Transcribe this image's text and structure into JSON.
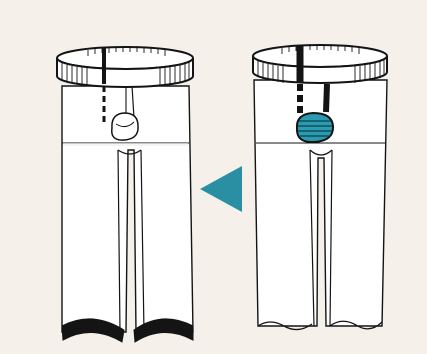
{
  "colors": {
    "background": "#f5f1ea",
    "outline": "#141414",
    "fabric": "#ffffff",
    "accent": "#2a9bb0",
    "arrow": "#2a8fa3"
  },
  "illustration": {
    "left_panel": {
      "item": "pants",
      "hem_bands": "black",
      "ball": "white",
      "strap": "dashed"
    },
    "arrow": {
      "icon": "triangle-left-icon",
      "direction": "left"
    },
    "right_panel": {
      "item": "pants",
      "hem": "plain",
      "ball": "blue-striped",
      "strap": "dashed-thick"
    }
  }
}
